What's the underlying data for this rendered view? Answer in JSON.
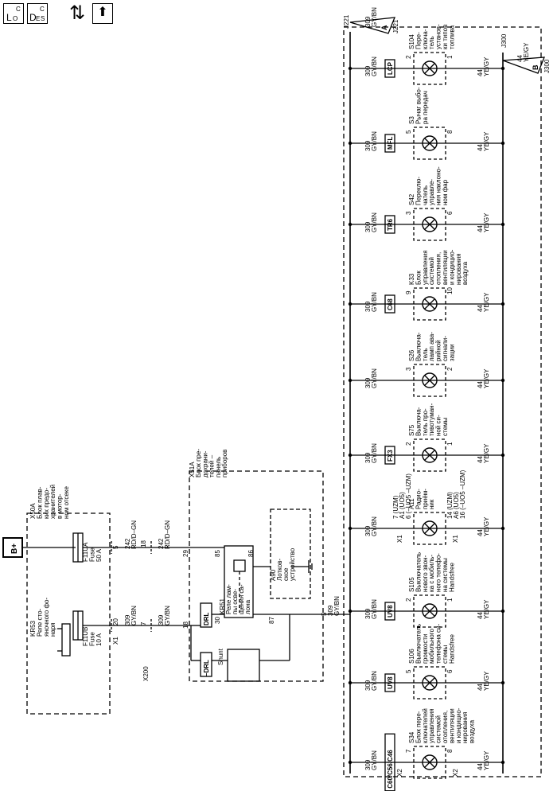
{
  "toolbar": {
    "loc": {
      "main": "L",
      "sub": "O",
      "sup": "C"
    },
    "desc": {
      "main": "D",
      "sub1": "E",
      "sub2": "S",
      "sup": "C"
    },
    "flow_glyph": "⇅",
    "up_glyph": "⬆"
  },
  "power": {
    "label": "B+"
  },
  "fuse_block": {
    "lines": [
      "X50A",
      "Блок плав-",
      "ких предо-",
      "хранителей",
      "в мотор-",
      "ном отсеке"
    ]
  },
  "relay_kr53": {
    "lines": [
      "KR53",
      "Реле сто-",
      "яночного фо-",
      "наря"
    ]
  },
  "fuse_f11ua": {
    "lines": [
      "F11UA",
      "Fuse",
      "50 A"
    ]
  },
  "fuse_f11ub": {
    "lines": [
      "F11UB",
      "Fuse",
      "10 A"
    ]
  },
  "connectors": {
    "x1": "X1",
    "x200": "X200",
    "x2": "X2",
    "pin_x1_5": "5",
    "pin_x1_20": "20",
    "pin_x200_18": "18",
    "pin_x200_7": "7"
  },
  "wires": {
    "w242": {
      "num": "242",
      "color": "RD/D–GN"
    },
    "w309": {
      "num": "309",
      "color": "GY/BN"
    },
    "w44": {
      "num": "44",
      "color": "YE/GY"
    }
  },
  "panel_block": {
    "lines": [
      "X51A",
      "Блок пре-",
      "дохрани-",
      "телей –",
      "панель",
      "приборов"
    ],
    "pin29": "29",
    "pin18": "18",
    "pin85": "85",
    "pin86": "86",
    "pin30": "30",
    "pin87": "87",
    "drl": "DRL",
    "not_drl": "–DRL",
    "shunt": "Shunt"
  },
  "relay_kr51": {
    "lines": [
      "KR51",
      "Реле лам-",
      "пы осве-",
      "щения са-",
      "лона"
    ]
  },
  "a90": {
    "lines": [
      "A90",
      "Лотков-",
      "ское",
      "устройство"
    ]
  },
  "bus_pin": "5",
  "j221": {
    "label": "J221",
    "letter": "A",
    "wire_num": "309",
    "wire_color": "GY/BN"
  },
  "j300": {
    "label": "J300",
    "letter": "B",
    "wire_num": "44",
    "wire_color": "YE/GY"
  },
  "columns": [
    {
      "tag": "C60/C56/C46",
      "pin_top": "7",
      "pin_bot": "8",
      "conn": "X2",
      "lines": [
        "S34",
        "Блок пере-",
        "ключателей",
        "управления",
        "системой",
        "отопления,",
        "вентиляции",
        "и кондицио-",
        "нирования",
        "воздуха"
      ]
    },
    {
      "tag": "UV8",
      "pin_top": "5",
      "pin_bot": "6",
      "conn": "",
      "lines": [
        "S106",
        "Выключатель",
        "громкости",
        "мобильного",
        "телефона си-",
        "стемы",
        "Handsfree"
      ]
    },
    {
      "tag": "UV8",
      "pin_top": "2",
      "pin_bot": "1",
      "conn": "",
      "lines": [
        "S105",
        "Выключатель",
        "нового звон-",
        "ка с мобиль-",
        "ного телефо-",
        "на системы",
        "Handsfree"
      ]
    },
    {
      "tag": "",
      "pin_top": "6 (–UO5 –UZM)",
      "pin_bot": "14 (UZM)",
      "conn": "X1",
      "lines": [
        "A11",
        "Радио-",
        "приём-",
        "ник"
      ],
      "pin_top_extra": [
        "A1 (UO5)",
        "7 (UZM)"
      ],
      "pin_bot_extra": [
        "A6 (UO5)",
        "16 (–UO5 –UZM)"
      ]
    },
    {
      "tag": "FX3",
      "pin_top": "2",
      "pin_bot": "1",
      "conn": "",
      "lines": [
        "S75",
        "Выключа-",
        "тель про-",
        "тивотуман-",
        "ной си-",
        "стемы"
      ]
    },
    {
      "tag": "",
      "pin_top": "3",
      "pin_bot": "2",
      "conn": "",
      "lines": [
        "S26",
        "Выключа-",
        "тель",
        "ламп ава-",
        "рийной",
        "сигнали-",
        "зации"
      ]
    },
    {
      "tag": "C68",
      "pin_top": "9",
      "pin_bot": "10",
      "conn": "",
      "lines": [
        "K33",
        "Блок",
        "управления",
        "системой",
        "отопления,",
        "вентиляции",
        "и кондицио-",
        "нирования",
        "воздуха"
      ]
    },
    {
      "tag": "TR6",
      "pin_top": "3",
      "pin_bot": "6",
      "conn": "",
      "lines": [
        "S42",
        "Переклю-",
        "чатель",
        "управле-",
        "ния наклоно-",
        "ном фар"
      ]
    },
    {
      "tag": "MFL",
      "pin_top": "5",
      "pin_bot": "8",
      "conn": "",
      "lines": [
        "S3",
        "Рычаг выбо-",
        "ра передач"
      ]
    },
    {
      "tag": "LCP",
      "pin_top": "2",
      "pin_bot": "1",
      "conn": "",
      "lines": [
        "S104",
        "Пере-",
        "ключа-",
        "тель",
        "установ-",
        "ки типов",
        "топлива"
      ]
    }
  ]
}
